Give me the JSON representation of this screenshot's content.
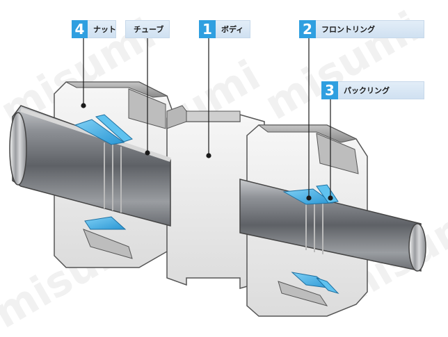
{
  "callouts": [
    {
      "number": "4",
      "label": "ナット"
    },
    {
      "label": "チューブ"
    },
    {
      "number": "1",
      "label": "ボディ"
    },
    {
      "number": "2",
      "label": "フロントリング"
    },
    {
      "number": "3",
      "label": "パックリング"
    }
  ],
  "watermark": "misumi",
  "colors": {
    "accent": "#2f9fe0",
    "ring": "#3fb4ea",
    "body": "#f2f2f2",
    "tube": "#8e9094"
  }
}
